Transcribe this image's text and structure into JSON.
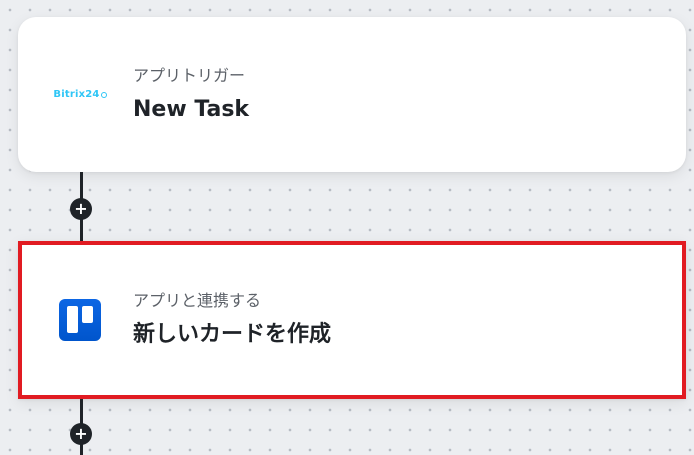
{
  "flow": {
    "trigger": {
      "subtitle": "アプリトリガー",
      "title": "New Task",
      "app_logo_text": "Bitrix24",
      "app_icon": "bitrix24-logo"
    },
    "action": {
      "subtitle": "アプリと連携する",
      "title": "新しいカードを作成",
      "app_icon": "trello-logo"
    },
    "add_step_symbol": "+"
  },
  "colors": {
    "background": "#eceef1",
    "card": "#ffffff",
    "highlight_border": "#e11b22",
    "connector": "#1f2328",
    "bitrix_blue": "#2fc6f6",
    "trello_blue": "#0c66e4"
  }
}
